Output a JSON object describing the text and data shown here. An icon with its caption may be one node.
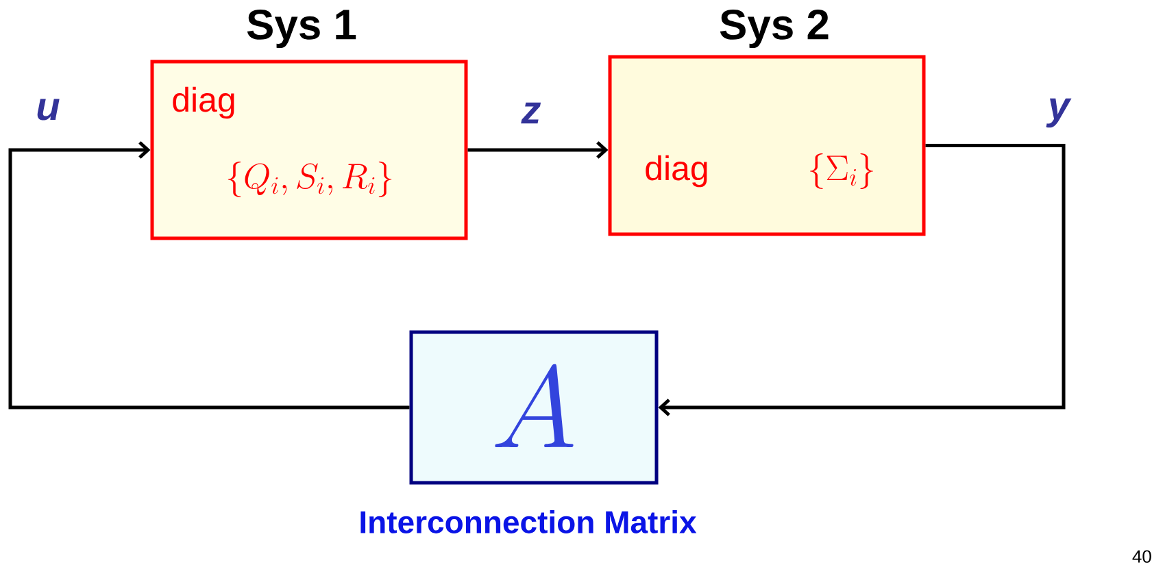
{
  "diagram": {
    "nodes": [
      {
        "text": [
          "Sys 1",
          "diag",
          "\\{Q_i, S_i, R_i\\}"
        ]
      },
      {
        "text": [
          "Sys 2",
          "diag",
          "\\{\\Sigma_i\\}"
        ]
      },
      {
        "text": [
          "A"
        ],
        "beside": [
          "Interconnection Matrix"
        ]
      }
    ],
    "edges": [
      {
        "from": 2,
        "to": 0,
        "arrow": "to",
        "label": "u"
      },
      {
        "from": 0,
        "to": 1,
        "arrow": "to",
        "label": "z"
      },
      {
        "from": 1,
        "to": 2,
        "arrow": "to",
        "label": "y"
      }
    ],
    "labels": [
      "40"
    ]
  }
}
